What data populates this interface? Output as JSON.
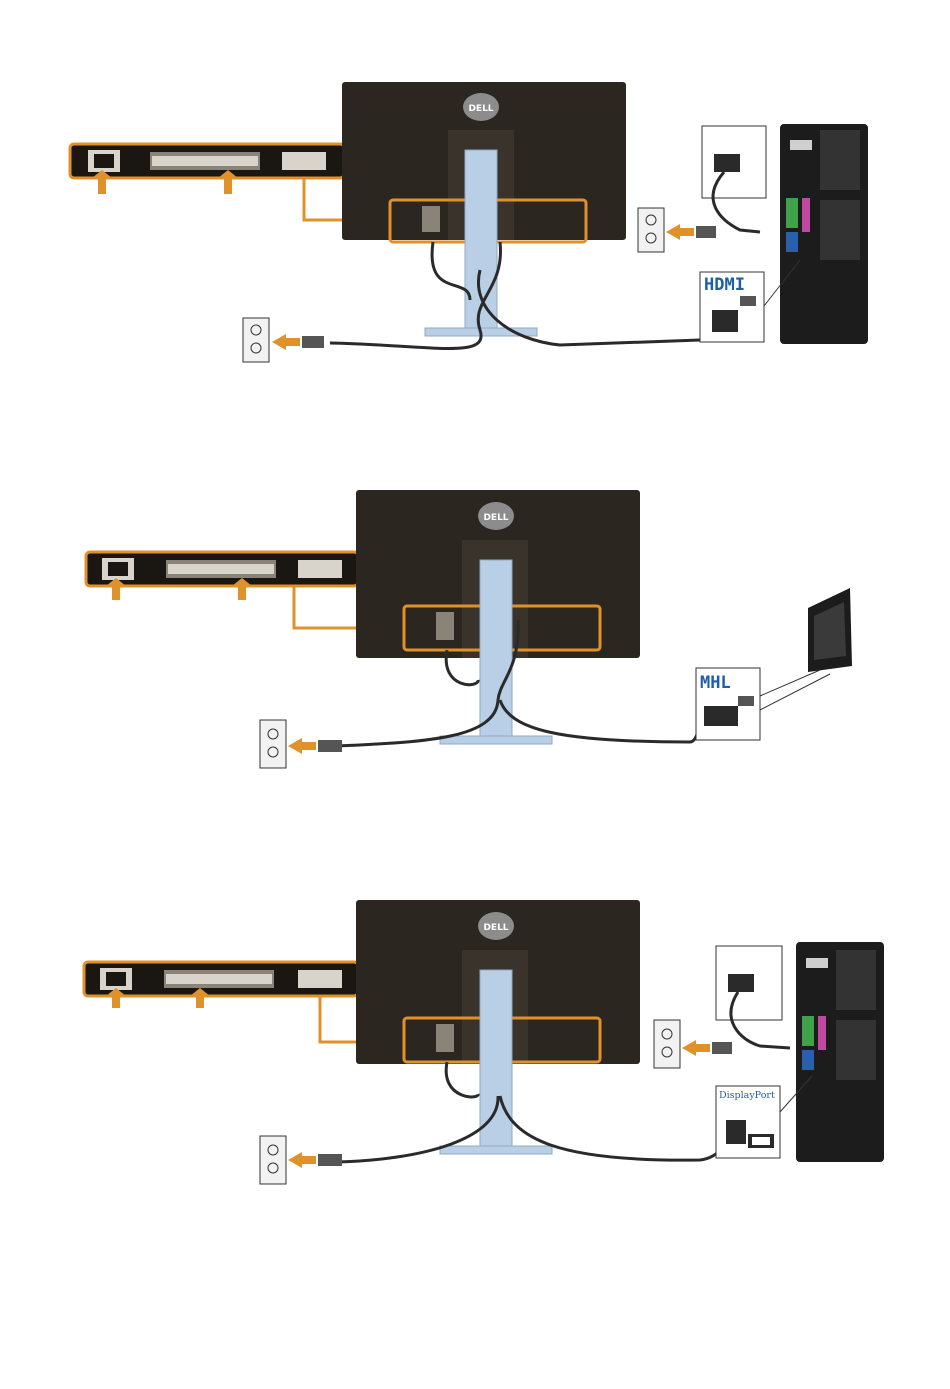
{
  "diagrams": [
    {
      "connector_label": "HDMI",
      "brand": "DELL"
    },
    {
      "connector_label": "MHL",
      "brand": "DELL"
    },
    {
      "connector_label": "DisplayPort",
      "brand": "DELL"
    }
  ],
  "colors": {
    "highlight": "#e0912a",
    "monitor_body": "#2c2620",
    "stand": "#b9cfe6",
    "cable": "#2a2a2a",
    "label_text": "#1e5fa8"
  },
  "icons": [
    "monitor-icon",
    "wall-outlet-icon",
    "power-plug-icon",
    "pc-tower-icon",
    "tablet-icon",
    "arrow-icon"
  ]
}
